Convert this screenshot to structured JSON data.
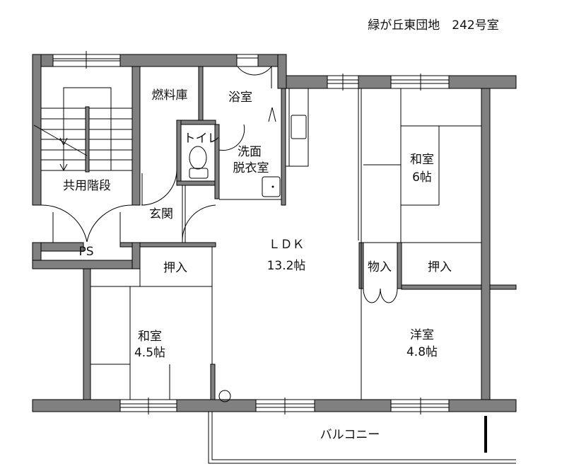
{
  "title": "緑が丘東団地　242号室",
  "rooms": {
    "fuel_storage": "燃料庫",
    "bath": "浴室",
    "toilet": "トイレ",
    "washroom_line1": "洗面",
    "washroom_line2": "脱衣室",
    "stairs": "共用階段",
    "entrance": "玄関",
    "ps": "PS",
    "ldk": "ＬＤＫ",
    "ldk_size": "13.2帖",
    "closet_left": "押入",
    "washitsu_small": "和室",
    "washitsu_small_size": "4.5帖",
    "washitsu_large": "和室",
    "washitsu_large_size": "6帖",
    "storage": "物入",
    "closet_right": "押入",
    "western": "洋室",
    "western_size": "4.8帖",
    "balcony": "バルコニー"
  },
  "colors": {
    "wall": "#808080",
    "line": "#000000"
  }
}
